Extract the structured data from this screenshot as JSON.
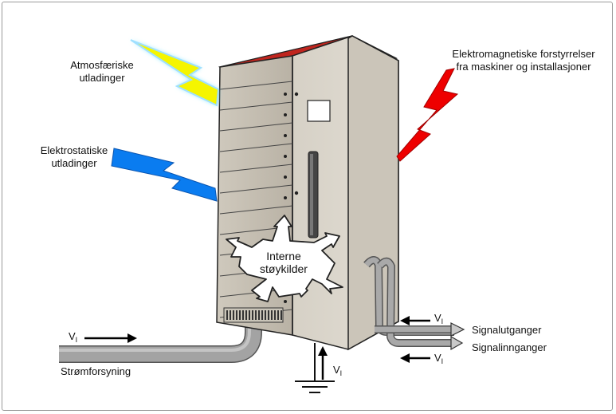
{
  "labels": {
    "atmospheric": [
      "Atmosfæriske",
      "utladinger"
    ],
    "electrostatic": [
      "Elektrostatiske",
      "utladinger"
    ],
    "electromagnetic": [
      "Elektromagnetiske forstyrrelser",
      "fra maskiner og installasjoner"
    ],
    "internal": [
      "Interne",
      "støykilder"
    ],
    "power": "Strømforsyning",
    "signal_out": "Signalutganger",
    "signal_in": "Signalinnganger"
  },
  "voltage": {
    "symbol": "V",
    "subscript": "I"
  },
  "colors": {
    "atmospheric_bolt": "#f5f500",
    "atmospheric_glow": "#8fe8ff",
    "electrostatic_bolt": "#0a7cf0",
    "electromagnetic_bolt": "#ee0000",
    "cabinet_front": "#d8d3c9",
    "cabinet_side": "#c8c2b6",
    "cabinet_top": "#c0251e",
    "cable": "#9a9a9a"
  },
  "icons": [
    "lightning-bolt-icon",
    "ground-symbol-icon",
    "arrow-icon",
    "cabinet-handle-icon"
  ]
}
